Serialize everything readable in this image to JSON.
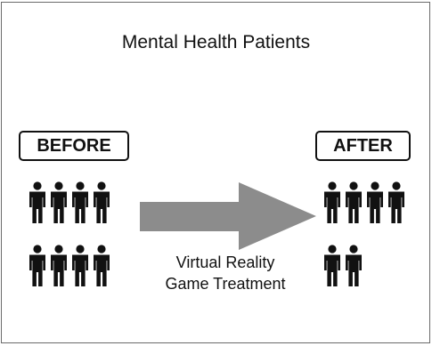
{
  "title": "Mental Health Patients",
  "before": {
    "label": "BEFORE",
    "patient_count": 8
  },
  "after": {
    "label": "AFTER",
    "patient_count": 6
  },
  "treatment": {
    "line1": "Virtual Reality",
    "line2": "Game Treatment"
  },
  "colors": {
    "figure": "#111111",
    "arrow": "#8c8c8c",
    "border": "#6a6a6a"
  }
}
